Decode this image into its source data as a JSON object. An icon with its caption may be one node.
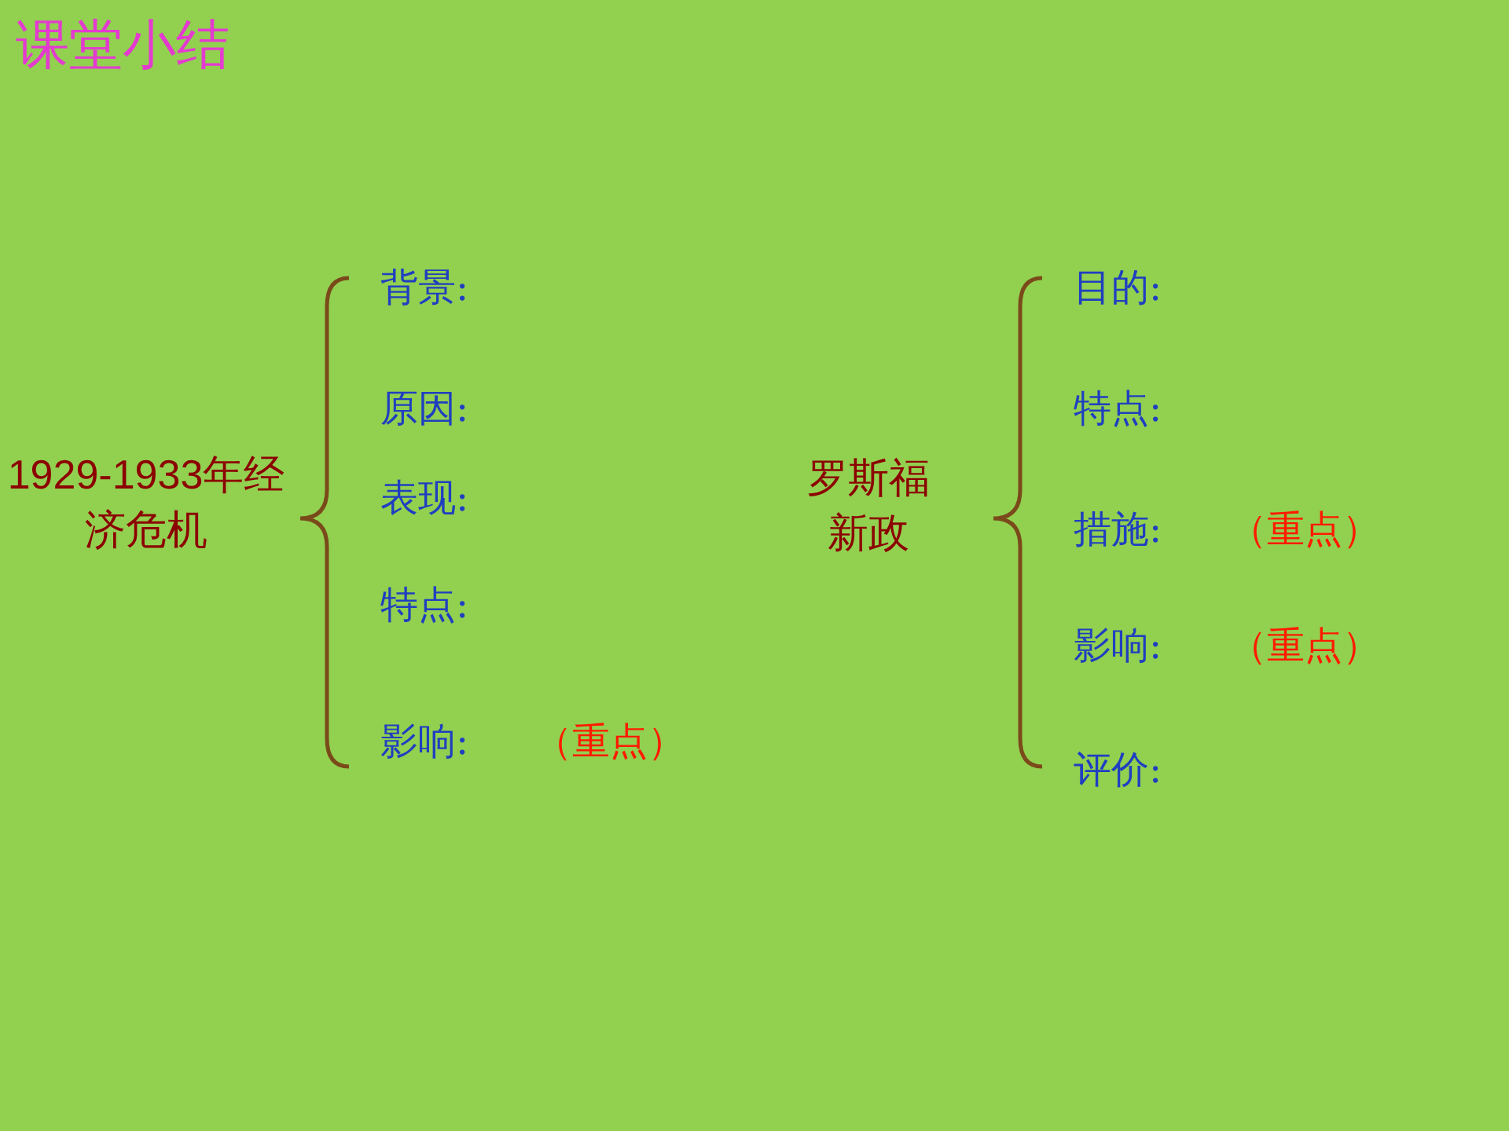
{
  "diagram": {
    "title": "课堂小结",
    "labels": [
      "1929-1933年经济危机",
      "背景:",
      "原因:",
      "表现:",
      "特点:",
      "影响:",
      "（重点）",
      "罗斯福新政",
      "目的:",
      "特点:",
      "措施:",
      "（重点）",
      "影响:",
      "（重点）",
      "评价:"
    ]
  }
}
